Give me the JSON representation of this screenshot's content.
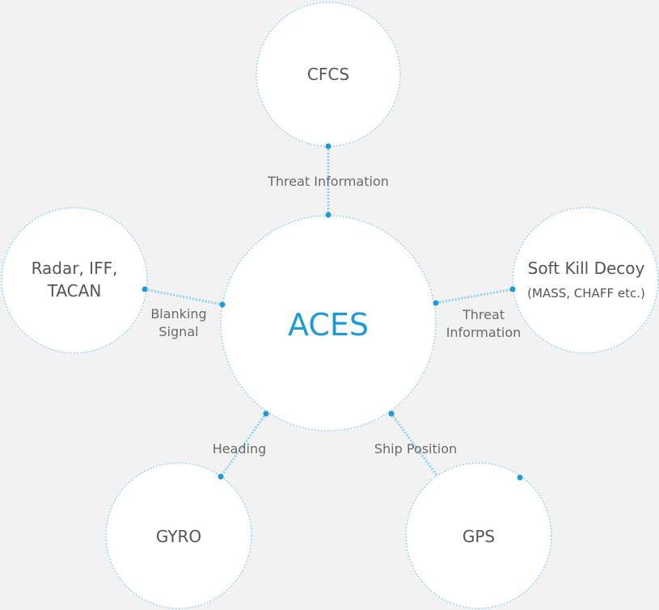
{
  "diagram": {
    "center": {
      "label": "ACES"
    },
    "nodes": {
      "cfcs": {
        "label": "CFCS"
      },
      "radar": {
        "line1": "Radar, IFF,",
        "line2": "TACAN"
      },
      "soft_kill": {
        "line1": "Soft Kill Decoy",
        "line2": "(MASS, CHAFF etc.)"
      },
      "gyro": {
        "label": "GYRO"
      },
      "gps": {
        "label": "GPS"
      }
    },
    "edges": {
      "cfcs_threat": {
        "label": "Threat Information"
      },
      "blanking": {
        "line1": "Blanking",
        "line2": "Signal"
      },
      "soft_kill_threat": {
        "line1": "Threat",
        "line2": "Information"
      },
      "heading": {
        "label": "Heading"
      },
      "ship_position": {
        "label": "Ship Position"
      }
    },
    "colors": {
      "accent": "#1e9ad6",
      "circle_outline": "#6ec3ea",
      "connector": "#8fd0ef",
      "text": "#555555",
      "background": "#f2f2f2"
    }
  }
}
